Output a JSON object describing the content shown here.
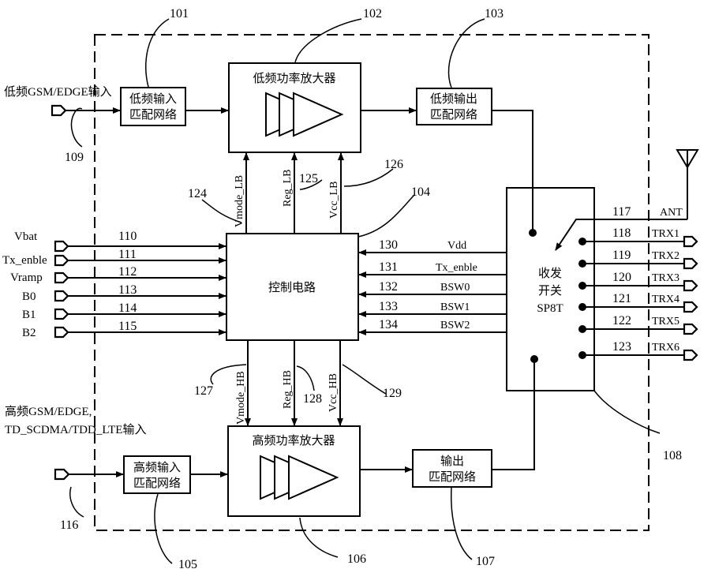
{
  "blocks": {
    "lf_input_match": [
      "低频输入",
      "匹配网络"
    ],
    "lf_pa": "低频功率放大器",
    "lf_output_match": [
      "低频输出",
      "匹配网络"
    ],
    "control": "控制电路",
    "switch": [
      "收发",
      "开关",
      "SP8T"
    ],
    "hf_input_match": [
      "高频输入",
      "匹配网络"
    ],
    "hf_pa": "高频功率放大器",
    "hf_output_match": [
      "输出",
      "匹配网络"
    ]
  },
  "inputs": {
    "lf_rf_input": "低频GSM/EDGE输入",
    "hf_rf_input": [
      "高频GSM/EDGE,",
      "TD_SCDMA/TDD_LTE输入"
    ]
  },
  "left_pins": [
    {
      "label": "Vbat",
      "num": "110"
    },
    {
      "label": "Tx_enble",
      "num": "111"
    },
    {
      "label": "Vramp",
      "num": "112"
    },
    {
      "label": "B0",
      "num": "113"
    },
    {
      "label": "B1",
      "num": "114"
    },
    {
      "label": "B2",
      "num": "115"
    }
  ],
  "ctrl_from_switch": [
    {
      "label": "Vdd",
      "num": "130"
    },
    {
      "label": "Tx_enble",
      "num": "131"
    },
    {
      "label": "BSW0",
      "num": "132"
    },
    {
      "label": "BSW1",
      "num": "133"
    },
    {
      "label": "BSW2",
      "num": "134"
    }
  ],
  "lb_ctrl": [
    {
      "label": "Vmode_LB",
      "num": "124"
    },
    {
      "label": "Reg_LB",
      "num": "125"
    },
    {
      "label": "Vcc_LB",
      "num": "126"
    }
  ],
  "hb_ctrl": [
    {
      "label": "Vmode_HB",
      "num": "127"
    },
    {
      "label": "Reg_HB",
      "num": "128"
    },
    {
      "label": "Vcc_HB",
      "num": "129"
    }
  ],
  "ant": {
    "label": "ANT",
    "num": "117"
  },
  "trx": [
    {
      "label": "TRX1",
      "num": "118"
    },
    {
      "label": "TRX2",
      "num": "119"
    },
    {
      "label": "TRX3",
      "num": "120"
    },
    {
      "label": "TRX4",
      "num": "121"
    },
    {
      "label": "TRX5",
      "num": "122"
    },
    {
      "label": "TRX6",
      "num": "123"
    }
  ],
  "refs": {
    "lf_input_match": "101",
    "lf_pa": "102",
    "lf_output_match": "103",
    "control": "104",
    "hf_input_match": "105",
    "hf_pa": "106",
    "hf_output_match": "107",
    "switch": "108",
    "lf_in_pin": "109",
    "hf_in_pin": "116"
  }
}
